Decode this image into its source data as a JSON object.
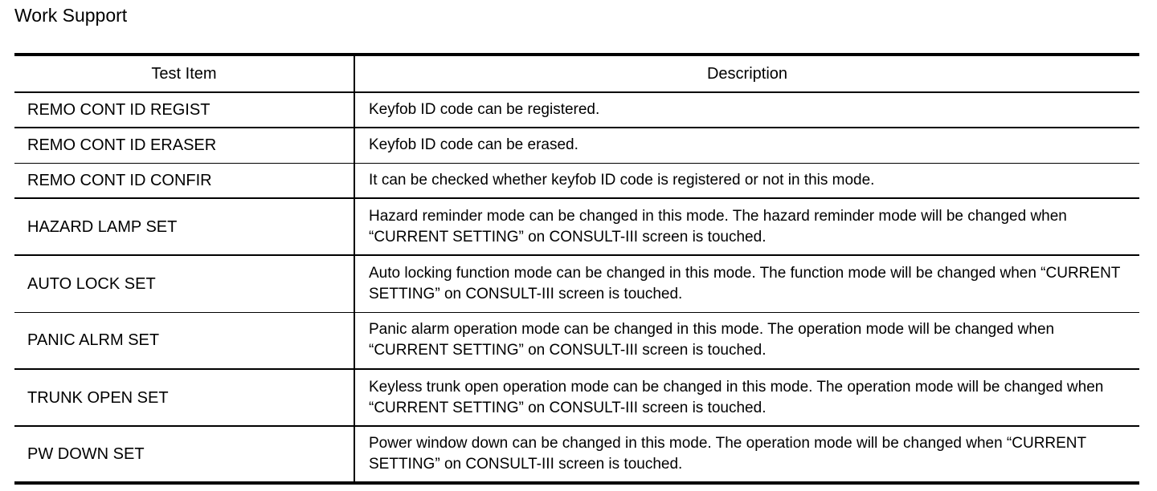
{
  "page": {
    "title": "Work Support",
    "background_color": "#ffffff",
    "text_color": "#000000"
  },
  "table": {
    "columns": [
      {
        "key": "test_item",
        "label": "Test Item"
      },
      {
        "key": "description",
        "label": "Description"
      }
    ],
    "rows": [
      {
        "test_item": "REMO CONT ID REGIST",
        "description": "Keyfob ID code can be registered."
      },
      {
        "test_item": "REMO CONT ID ERASER",
        "description": "Keyfob ID code can be erased."
      },
      {
        "test_item": "REMO CONT ID CONFIR",
        "description": "It can be checked whether keyfob ID code is registered or not in this mode."
      },
      {
        "test_item": "HAZARD LAMP SET",
        "description": "Hazard reminder mode can be changed in this mode. The hazard reminder mode will be changed when “CURRENT SETTING” on CONSULT-III screen is touched."
      },
      {
        "test_item": "AUTO LOCK SET",
        "description": "Auto locking function mode can be changed in this mode. The function mode will be changed when “CURRENT SETTING” on CONSULT-III screen is touched."
      },
      {
        "test_item": "PANIC ALRM SET",
        "description": "Panic alarm operation mode can be changed in this mode. The operation mode will be changed when “CURRENT SETTING” on CONSULT-III screen is touched."
      },
      {
        "test_item": "TRUNK OPEN SET",
        "description": "Keyless trunk open operation mode can be changed in this mode. The operation mode will be changed when “CURRENT SETTING” on CONSULT-III screen is touched."
      },
      {
        "test_item": "PW DOWN SET",
        "description": "Power window down can be changed in this mode. The operation mode will be changed when “CURRENT SETTING” on CONSULT-III screen is touched."
      }
    ]
  }
}
